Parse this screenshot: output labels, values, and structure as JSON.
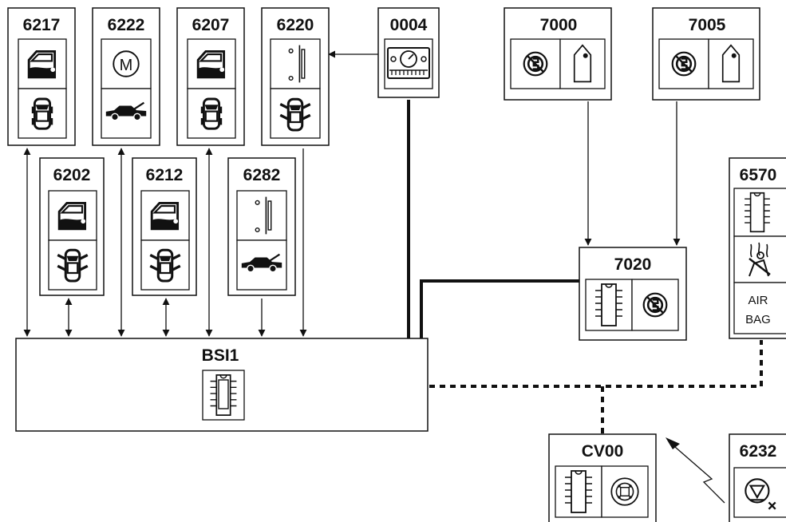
{
  "diagram": {
    "modules": {
      "m6217": "6217",
      "m6222": "6222",
      "m6207": "6207",
      "m6220": "6220",
      "m0004": "0004",
      "m7000": "7000",
      "m7005": "7005",
      "m6202": "6202",
      "m6212": "6212",
      "m6282": "6282",
      "m6570": "6570",
      "m7020": "7020",
      "bsi": "BSI1",
      "cv00": "CV00",
      "m6232": "6232"
    },
    "icons": {
      "motor_letter": "M",
      "airbag_line1": "AIR",
      "airbag_line2": "BAG"
    },
    "icon_names": [
      "door-window-icon",
      "car-top-view-icon",
      "motor-icon",
      "car-side-view-icon",
      "door-panel-icon",
      "car-top-view-open-doors-icon",
      "instrument-cluster-icon",
      "immobilizer-icon",
      "key-icon",
      "chip-icon",
      "seat-belt-icon",
      "airbag-icon",
      "remote-receiver-icon",
      "remote-key-icon",
      "radio-signal-icon"
    ],
    "colors": {
      "line": "#111111",
      "background": "#ffffff"
    }
  }
}
